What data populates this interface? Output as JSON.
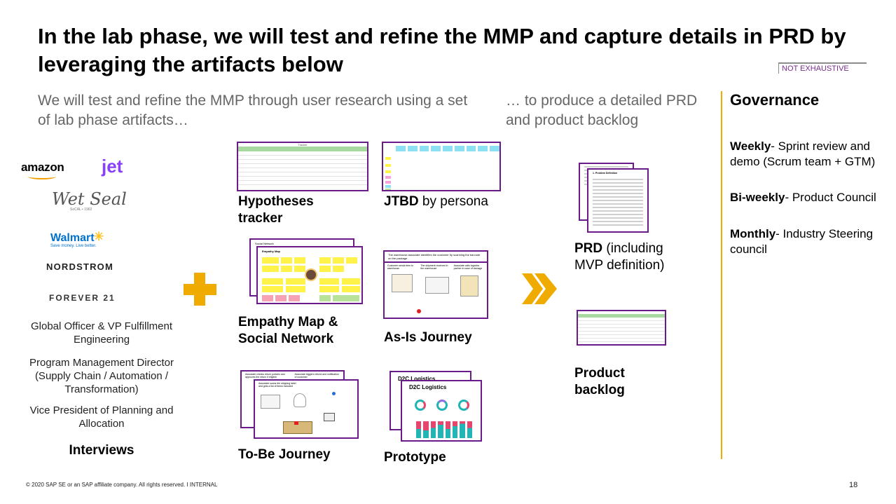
{
  "slide": {
    "title": "In the lab phase, we will test and refine the MMP and capture details in PRD by leveraging the artifacts below",
    "badge": "NOT EXHAUSTIVE",
    "subheading_left": "We will test and refine the MMP through user research using a set of lab phase artifacts…",
    "subheading_right": "… to produce a detailed PRD and product backlog",
    "page_number": "18",
    "footer": "©  2020 SAP SE or an SAP affiliate company. All rights reserved.  I    INTERNAL"
  },
  "logos": {
    "amazon": "amazon",
    "jet": "jet",
    "wetseal": "Wet Seal",
    "wetseal_sub": "SoCAL • 1962",
    "walmart": "Walmart",
    "walmart_spark": "✳",
    "walmart_tag": "Save money. Live better.",
    "nordstrom": "NORDSTROM",
    "forever21": "FOREVER 21"
  },
  "interviewees": [
    "Global Officer & VP Fulfillment Engineering",
    "Program Management Director (Supply Chain / Automation / Transformation)",
    "Vice President of Planning and Allocation"
  ],
  "interviews_label": "Interviews",
  "artifacts": {
    "hypotheses": {
      "bold": "Hypotheses",
      "rest": "tracker",
      "thumb_title": "Tracker"
    },
    "jtbd": {
      "bold": "JTBD",
      "rest": " by persona"
    },
    "empathy": {
      "bold": "Empathy Map & Social Network",
      "thumb_back": "Social Network",
      "thumb_front": "Empathy Map"
    },
    "asis": {
      "bold": "As-Is Journey",
      "caption": "The warehouse associate identifies the customer by scanning the barcode on the package",
      "steps": [
        "Customer sends item to warehouse",
        "The shipment received in the warehouse",
        "Associate calls logistics partner in case of damage"
      ]
    },
    "tobe": {
      "bold": "To-Be Journey",
      "back_caption": "Associate checks return policies and approves the return if eligible",
      "back_caption2": "Associate triggers refund and notification of customer",
      "front_caption": "Associate scans the shipping label and gets a list of items included"
    },
    "prototype": {
      "bold": "Prototype",
      "thumb_title": "D2C Logistics"
    }
  },
  "outputs": {
    "prd": {
      "bold": "PRD",
      "rest": " (including MVP definition)",
      "thumb_heading": "1. Problem Definition"
    },
    "backlog": {
      "bold": "Product backlog"
    }
  },
  "governance": {
    "title": "Governance",
    "items": [
      {
        "bold": "Weekly",
        "rest": "- Sprint review and demo (Scrum team + GTM)"
      },
      {
        "bold": "Bi-weekly",
        "rest": "- Product Council"
      },
      {
        "bold": "Monthly",
        "rest": "- Industry Steering council"
      }
    ]
  },
  "colors": {
    "accent_gold": "#f0ab00",
    "frame_purple": "#6a1b8a",
    "badge_purple": "#7a2c8f",
    "subhead_grey": "#666666"
  }
}
